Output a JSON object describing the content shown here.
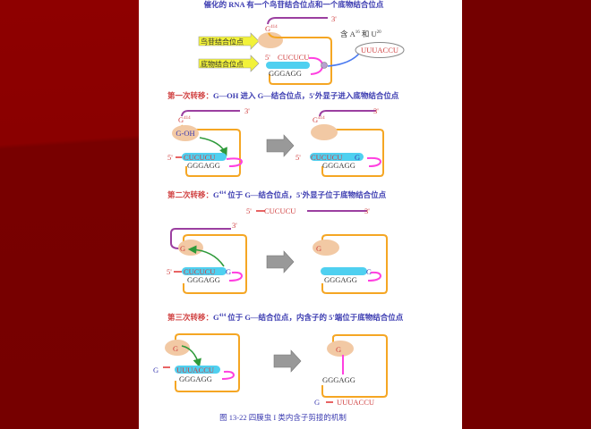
{
  "title": "催化的 RNA 有一个鸟苷结合位点和一个底物结合位点",
  "colors": {
    "title_blue": "#3a3ab0",
    "step_red": "#d04040",
    "frame_orange": "#f5a623",
    "purple": "#9b3fa0",
    "pink": "#ff40e0",
    "cyan": "#4fd0f0",
    "site": "#f2c9a4",
    "arrow_yellow": "#f2f23a"
  },
  "overview": {
    "guanosine_site_label": "鸟苷结合位点",
    "substrate_site_label": "底物结合位点",
    "g414": "G",
    "g414_sup": "414",
    "three_prime": "3'",
    "five_prime": "5'",
    "exon_seq": "CUCUCU",
    "ggg": "GGGAGG",
    "contains_prefix": "含 A",
    "a_sup": "16",
    "contains_mid": " 和 U",
    "u_sup": "20",
    "bubble_seq": "UUUACCU"
  },
  "step1": {
    "label_red": "第一次转移：",
    "label_blue": "G—OH 进入 G—结合位点，5'外显子进入底物结合位点",
    "goh": "G-OH",
    "g414": "G",
    "g414_sup": "414",
    "three_prime": "3'",
    "five_prime": "5'",
    "exon_seq": "CUCUCU",
    "ggg": "GGGAGG",
    "g": "G"
  },
  "step2": {
    "label_red": "第二次转移：",
    "label_g": "G",
    "label_sup": "414",
    "label_blue": "  位于 G—结合位点，5'外显子位于底物结合位点",
    "five_prime": "5'",
    "exon_seq": "CUCUCU",
    "three_prime": "3'",
    "g": "G",
    "ggg": "GGGAGG"
  },
  "step3": {
    "label_red": "第三次转移：",
    "label_g": "G",
    "label_sup": "414",
    "label_blue": "  位于 G—结合位点，内含子的 5'端位于底物结合位点",
    "g": "G",
    "intron_seq": "UUUACCU",
    "ggg": "GGGAGG"
  },
  "caption": "图 13-22  四膜虫 I 类内含子剪接的机制"
}
